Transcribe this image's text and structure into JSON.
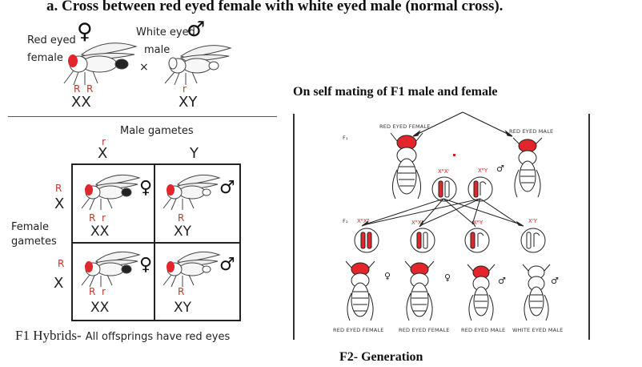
{
  "title": "a. Cross between red eyed female with white eyed male (normal cross).",
  "left": {
    "parent_female": {
      "label_line1": "Red eyed",
      "label_line2": "female",
      "symbol": "♀",
      "alleles": [
        "R",
        "R"
      ],
      "chromosomes": "XX"
    },
    "cross_sign": "×",
    "parent_male": {
      "label_line1": "White eyed",
      "label_line2": "male",
      "symbol": "♂",
      "allele": "r",
      "chromosomes": "XY"
    },
    "male_gametes_title": "Male gametes",
    "male_gamete_x": {
      "allele": "r",
      "chrom": "X"
    },
    "male_gamete_y": {
      "chrom": "Y"
    },
    "female_gametes_line1": "Female",
    "female_gametes_line2": "gametes",
    "female_gamete_row1": {
      "allele": "R",
      "chrom": "X"
    },
    "female_gamete_row2": {
      "allele": "R",
      "chrom": "X"
    },
    "cells": [
      {
        "symbol": "♀",
        "alleles": "R  r",
        "chroms": "XX"
      },
      {
        "symbol": "♂",
        "alleles": "R",
        "chroms": "XY"
      },
      {
        "symbol": "♀",
        "alleles": "R  r",
        "chroms": "XX"
      },
      {
        "symbol": "♂",
        "alleles": "R",
        "chroms": "XY"
      }
    ],
    "f1_prefix": "F1 Hybrids-",
    "f1_text": "All offsprings have red eyes"
  },
  "right": {
    "heading": "On self mating of F1 male and female",
    "top_female_label": "RED EYED FEMALE",
    "top_male_label": "RED EYED MALE",
    "f1_marker": "F₁",
    "f2_marker": "F₂",
    "parent_female_geno": "XᴿXʳ",
    "parent_male_geno": "XᴿY",
    "offspring_genos": [
      "XᴿXᴿ",
      "XᴿXʳ",
      "XᴿY",
      "XʳY"
    ],
    "offspring_labels": [
      "RED EYED FEMALE",
      "RED EYED FEMALE",
      "RED EYED MALE",
      "WHITE EYED MALE"
    ],
    "footer": "F2- Generation"
  },
  "colors": {
    "red_eye": "#e3262b",
    "allele_red": "#c0392b",
    "text": "#222222"
  }
}
